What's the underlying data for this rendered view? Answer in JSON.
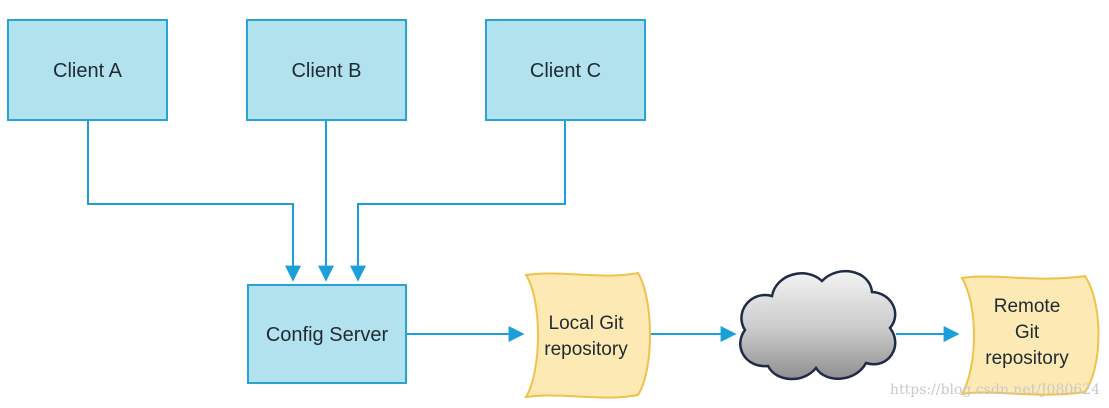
{
  "diagram": {
    "clients": [
      {
        "label": "Client A"
      },
      {
        "label": "Client B"
      },
      {
        "label": "Client C"
      }
    ],
    "server": {
      "label": "Config Server"
    },
    "local_repo": {
      "line1": "Local Git",
      "line2": "repository"
    },
    "remote_repo": {
      "line1": "Remote",
      "line2": "Git",
      "line3": "repository"
    },
    "watermark": "https://blog.csdn.net/J080624"
  },
  "colors": {
    "box_fill": "#b3e2ef",
    "box_stroke": "#2aa3d4",
    "arrow": "#1a9fd8",
    "doc_fill": "#fde9b3",
    "doc_stroke": "#f0c14b",
    "cloud_stroke": "#1f2a44"
  },
  "icons": {
    "cloud": "cloud-icon"
  }
}
